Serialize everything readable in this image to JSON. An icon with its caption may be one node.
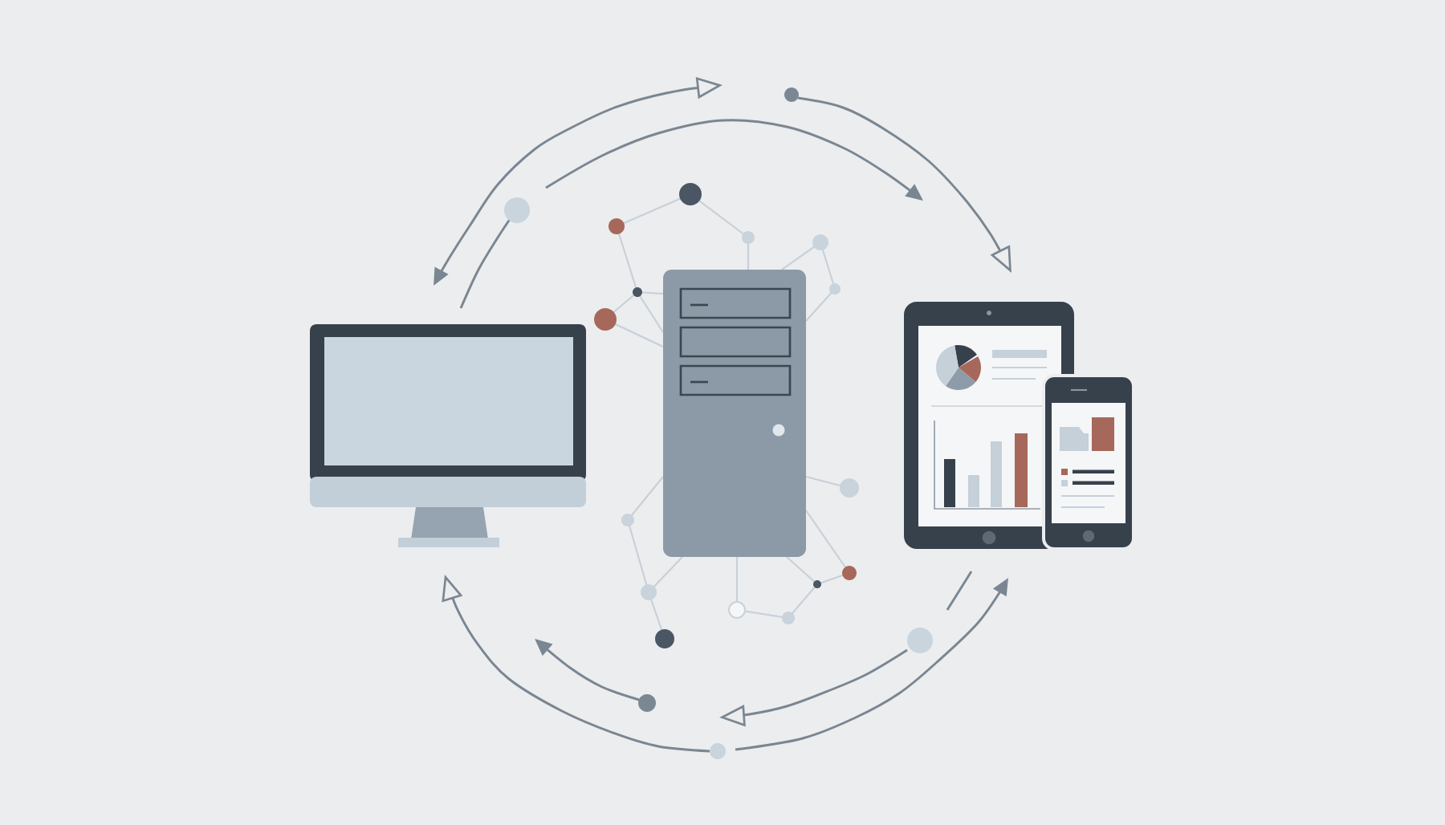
{
  "diagram": {
    "nodes": [
      {
        "text": [],
        "shape": "picture"
      },
      {
        "text": [],
        "shape": "picture"
      },
      {
        "text": [],
        "shape": "picture"
      },
      {
        "text": [],
        "shape": "picture"
      }
    ]
  }
}
